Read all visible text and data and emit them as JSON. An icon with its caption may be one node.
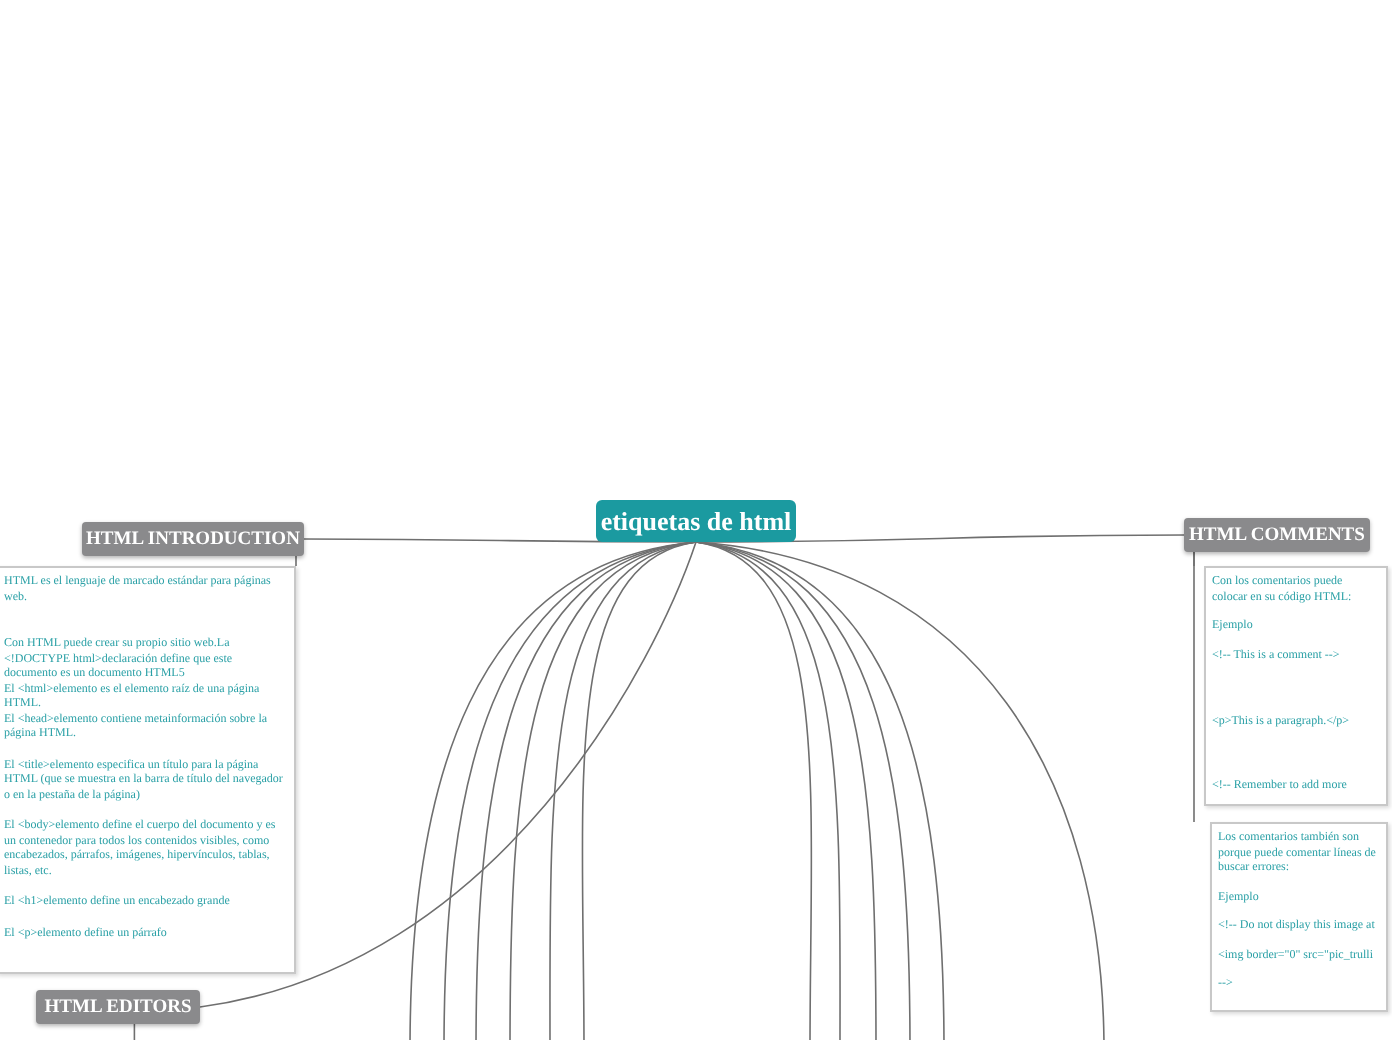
{
  "diagram": {
    "nodes": [
      {
        "text": [
          "etiquetas de html"
        ]
      },
      {
        "text": [
          "HTML INTRODUCTION"
        ]
      },
      {
        "text": [
          "HTML es el lenguaje de marcado estándar para páginas web.",
          "Con HTML puede crear su propio sitio web.La <!DOCTYPE html>declaración define que este documento es un documento HTML5",
          "El <html>elemento es el elemento raíz de una página HTML.",
          "El <head>elemento contiene metainformación sobre la página HTML.",
          "El <title>elemento especifica un título para la página HTML (que se muestra en la barra de título del navegador o en la pestaña de la página)",
          "El <body>elemento define el cuerpo del documento y es un contenedor para todos los contenidos visibles, como encabezados, párrafos, imágenes, hipervínculos, tablas, listas, etc.",
          "El <h1>elemento define un encabezado grande",
          "El <p>elemento define un párrafo"
        ]
      },
      {
        "text": [
          "HTML EDITORS"
        ]
      },
      {
        "text": [
          "HTML COMMENTS"
        ]
      },
      {
        "text": [
          "Con los comentarios puede colocar en su código HTML:",
          "Ejemplo",
          "<!-- This is a comment -->",
          "<p>This is a paragraph.</p>",
          "<!-- Remember to add more"
        ]
      },
      {
        "text": [
          "Los comentarios también son porque puede comentar líneas de buscar errores:",
          "Ejemplo",
          "<!-- Do not display this image at",
          "<img border=\"0\" src=\"pic_trulli",
          "-->"
        ]
      }
    ],
    "edges": [
      {
        "from": 0,
        "to": 1,
        "arrow": "none"
      },
      {
        "from": 0,
        "to": 4,
        "arrow": "none"
      },
      {
        "from": 0,
        "to": 3,
        "arrow": "none"
      },
      {
        "from": 1,
        "to": 2,
        "arrow": "none"
      },
      {
        "from": 4,
        "to": 5,
        "arrow": "none"
      },
      {
        "from": 4,
        "to": 6,
        "arrow": "none"
      },
      {
        "from": 3,
        "to": null,
        "arrow": "none"
      },
      {
        "from": 0,
        "to": null,
        "arrow": "none"
      },
      {
        "from": 0,
        "to": null,
        "arrow": "none"
      },
      {
        "from": 0,
        "to": null,
        "arrow": "none"
      },
      {
        "from": 0,
        "to": null,
        "arrow": "none"
      },
      {
        "from": 0,
        "to": null,
        "arrow": "none"
      },
      {
        "from": 0,
        "to": null,
        "arrow": "none"
      },
      {
        "from": 0,
        "to": null,
        "arrow": "none"
      },
      {
        "from": 0,
        "to": null,
        "arrow": "none"
      },
      {
        "from": 0,
        "to": null,
        "arrow": "none"
      },
      {
        "from": 0,
        "to": null,
        "arrow": "none"
      },
      {
        "from": 0,
        "to": null,
        "arrow": "none"
      },
      {
        "from": 0,
        "to": null,
        "arrow": "none"
      }
    ]
  }
}
